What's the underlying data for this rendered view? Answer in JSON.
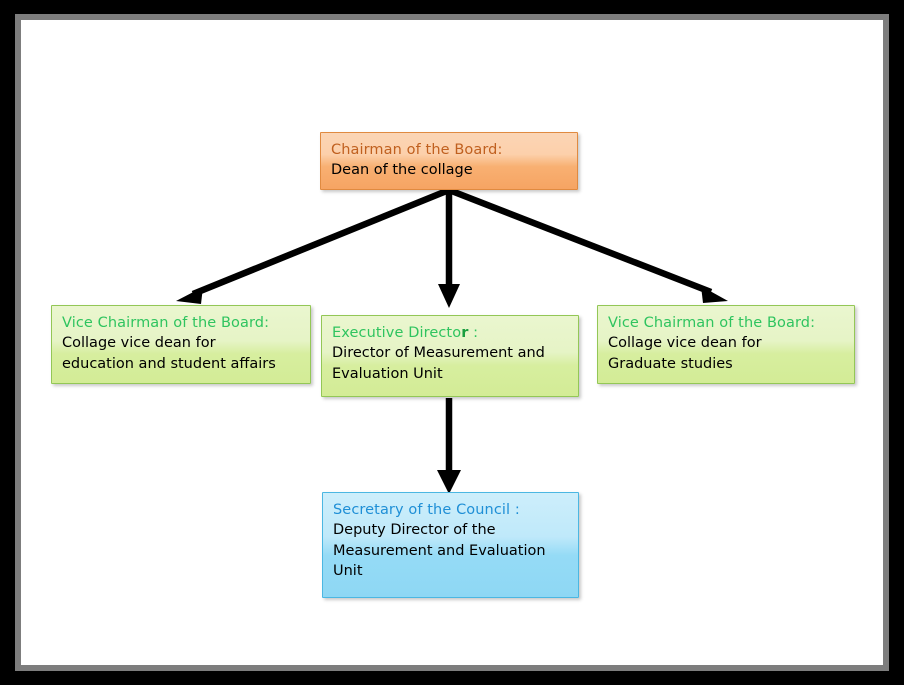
{
  "diagram": {
    "title": "Board organizational chart",
    "background": "#ffffff",
    "frame_color": "#000000",
    "nodes": [
      {
        "id": "chairman",
        "title": "Chairman of the Board:",
        "body": "Dean of the collage",
        "fill": "#f8b072",
        "border": "#e08a40",
        "title_color": "#c0601f",
        "level": 0
      },
      {
        "id": "vice-education",
        "title": "Vice Chairman of the Board:",
        "body_line1": "Collage vice dean for",
        "body_line2": "education and student affairs",
        "fill": "#d7ee9f",
        "border": "#93c756",
        "title_color": "#2fc45f",
        "level": 1
      },
      {
        "id": "executive-director",
        "title_prefix": "Executive Directo",
        "title_accent": "r",
        "title_suffix": " :",
        "body_line1": "Director of Measurement and",
        "body_line2": "Evaluation Unit",
        "fill": "#d7ee9f",
        "border": "#93c756",
        "title_color": "#2fc45f",
        "level": 1
      },
      {
        "id": "vice-graduate",
        "title": "Vice Chairman of the Board:",
        "body_line1": "Collage vice dean for",
        "body_line2": "Graduate studies",
        "fill": "#d7ee9f",
        "border": "#93c756",
        "title_color": "#2fc45f",
        "level": 1
      },
      {
        "id": "secretary",
        "title": "Secretary of the Council :",
        "body_line1": "Deputy Director of the",
        "body_line2": "Measurement and Evaluation",
        "body_line3": "Unit",
        "fill": "#95dbf6",
        "border": "#4bb7e2",
        "title_color": "#1f8fd6",
        "level": 2
      }
    ],
    "connectors": [
      {
        "id": "chairman-to-vice-education",
        "from": "chairman",
        "to": "vice-education",
        "style": "arrow",
        "color": "#000000"
      },
      {
        "id": "chairman-to-executive-director",
        "from": "chairman",
        "to": "executive-director",
        "style": "arrow",
        "color": "#000000"
      },
      {
        "id": "chairman-to-vice-graduate",
        "from": "chairman",
        "to": "vice-graduate",
        "style": "arrow",
        "color": "#000000"
      },
      {
        "id": "executive-director-to-secretary",
        "from": "executive-director",
        "to": "secretary",
        "style": "arrow",
        "color": "#000000"
      }
    ]
  }
}
